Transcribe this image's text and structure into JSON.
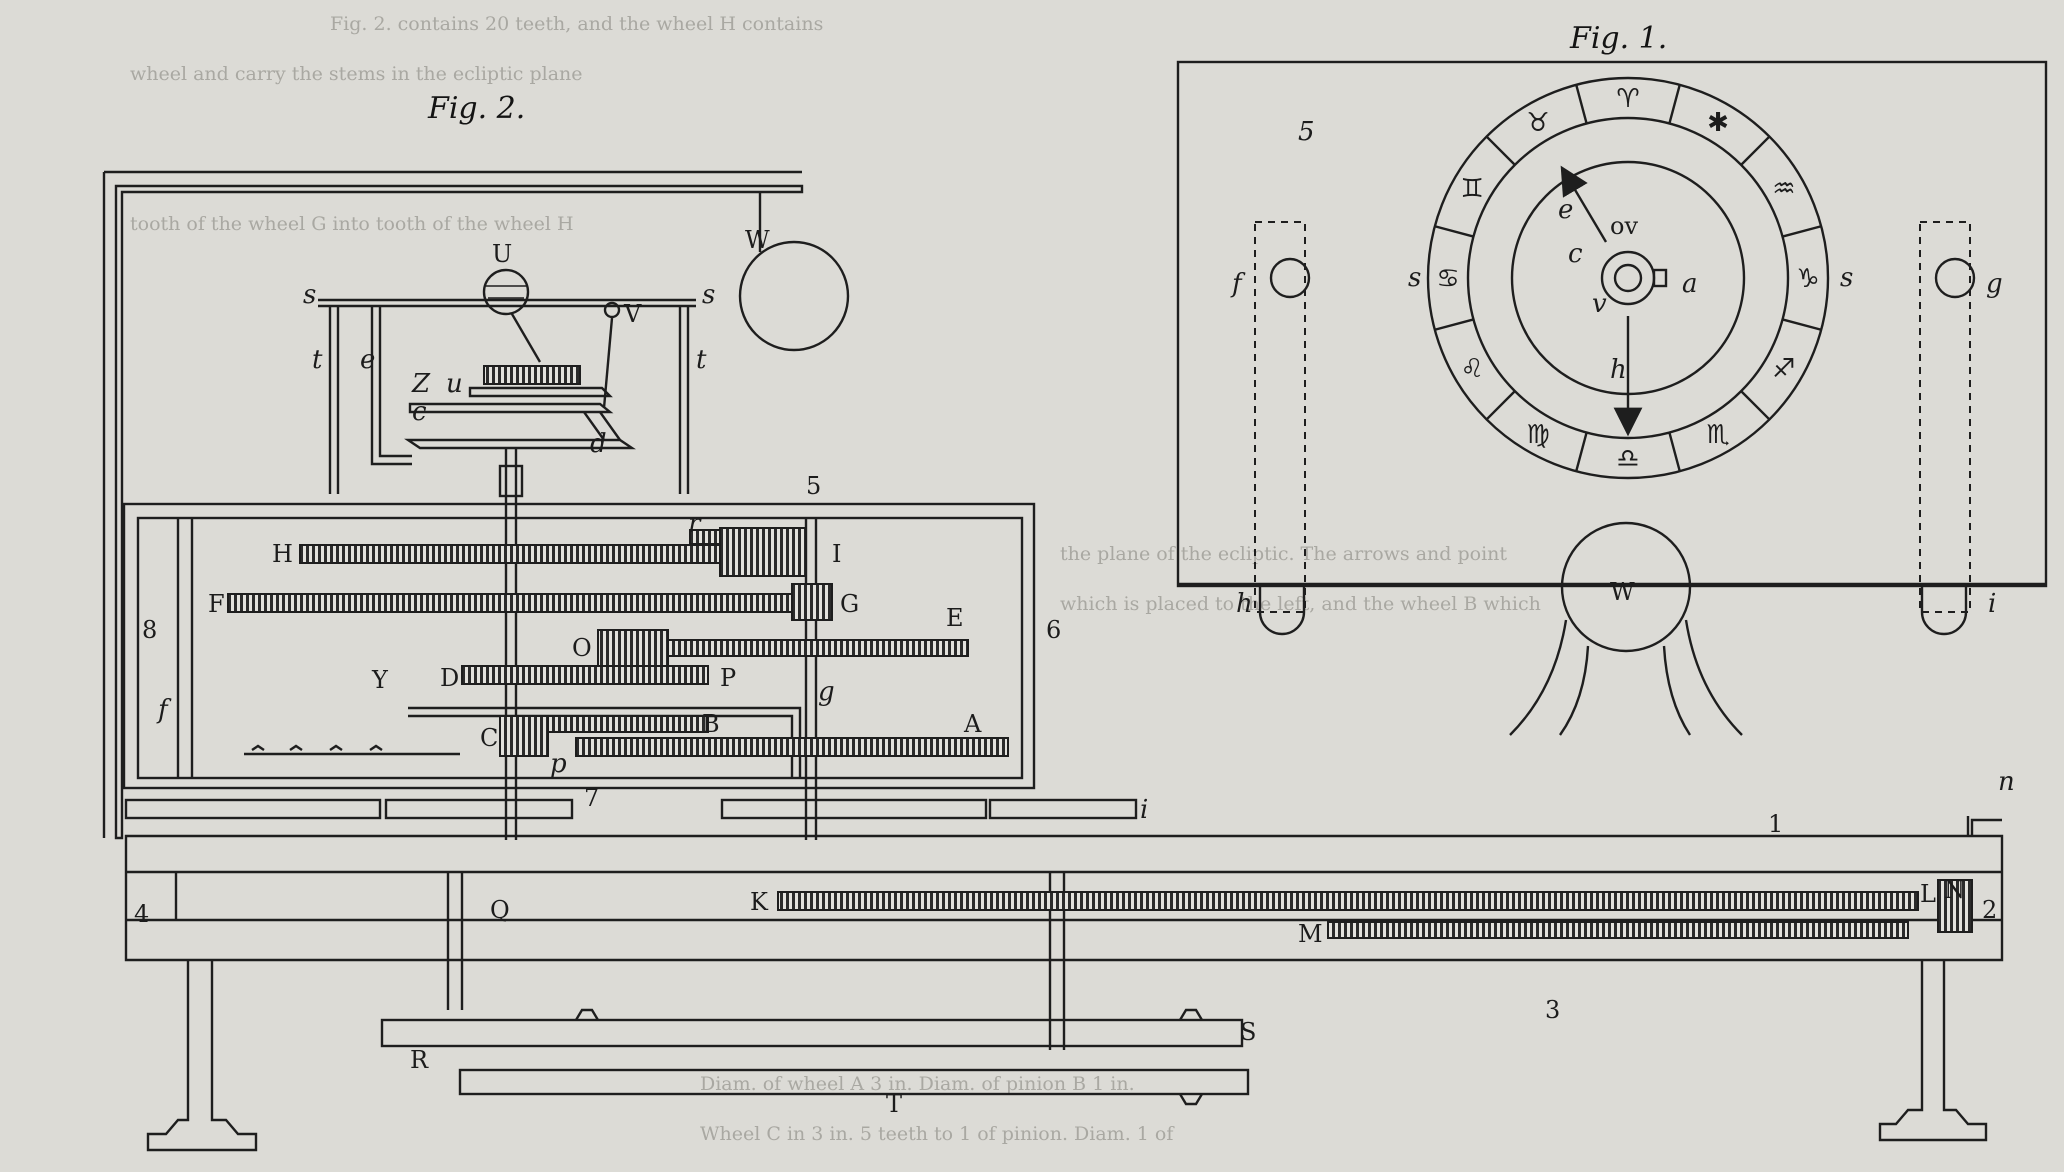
{
  "figures": {
    "fig1": {
      "title": "Fig. 1.",
      "labels": {
        "n5": "5",
        "f": "f",
        "g": "g",
        "s_left": "s",
        "s_right": "s",
        "e": "e",
        "c": "c",
        "a": "a",
        "v_top": "ov",
        "v_bottom": "v",
        "h_arrow": "h",
        "W": "W",
        "h": "h",
        "i": "i"
      },
      "zodiac_signs": [
        "♈",
        "✱",
        "♒",
        "♑",
        "♐",
        "♏",
        "♎",
        "♍",
        "♌",
        "♋",
        "♊",
        "♉"
      ]
    },
    "fig2": {
      "title": "Fig. 2.",
      "labels": {
        "W": "W",
        "U": "U",
        "V": "V",
        "s1": "s",
        "s2": "s",
        "t1": "t",
        "t2": "t",
        "e": "e",
        "Z": "Z",
        "u": "u",
        "c": "c",
        "d": "d",
        "n5": "5",
        "H": "H",
        "I": "I",
        "r": "r",
        "F": "F",
        "G": "G",
        "E": "E",
        "O": "O",
        "n8": "8",
        "n6": "6",
        "Y": "Y",
        "D": "D",
        "P": "P",
        "g": "g",
        "f": "f",
        "C": "C",
        "B": "B",
        "A": "A",
        "p": "p",
        "n7": "7",
        "i": "i",
        "n": "n",
        "n1": "1",
        "n4": "4",
        "Q": "Q",
        "K": "K",
        "L": "L",
        "N": "N",
        "n2": "2",
        "M": "M",
        "n3": "3",
        "R": "R",
        "S": "S",
        "T": "T"
      }
    }
  },
  "text_fragments": [
    "Fig. 2. contains 20 teeth, and the wheel H contains",
    "wheel and carry the stems in the ecliptic plane",
    "tooth of the wheel G into tooth of the wheel H",
    "the plane of the ecliptic. The arrows and point",
    "which is placed to the left, and the wheel B which",
    "Diam. of wheel A 3 in. Diam. of pinion B 1 in.",
    "Wheel C in 3 in. 5 teeth to 1 of pinion. Diam. 1 of"
  ]
}
